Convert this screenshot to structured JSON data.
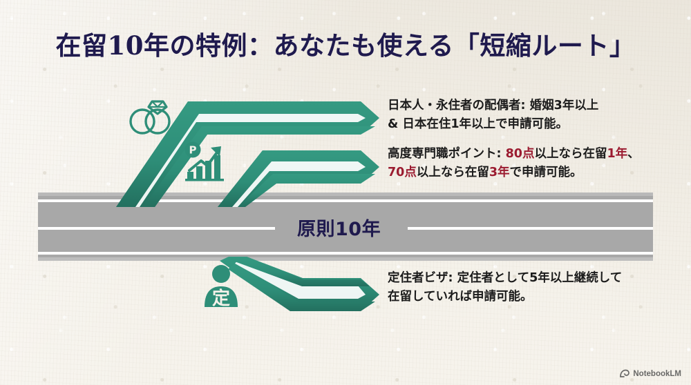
{
  "meta": {
    "colors": {
      "background": "#f4f1e9",
      "title_navy": "#1f1a4e",
      "road_gray": "#a8a8a8",
      "ramp_teal": "#2e8e78",
      "ramp_teal_dark": "#247563",
      "accent_red": "#9b1b30",
      "body_text": "#1b1b1b",
      "line_white": "#ffffff"
    }
  },
  "title": "在留10年の特例：あなたも使える「短縮ルート」",
  "road": {
    "label": "原則10年",
    "name": "main-road-principle-10-years"
  },
  "icons": {
    "rings": "wedding-rings-icon",
    "points": "points-chart-icon",
    "person": "resident-person-icon"
  },
  "callouts": [
    {
      "id": "spouse-route",
      "icon": "wedding-rings-icon",
      "line1_plain": "日本人・永住者の配偶者: 婚姻3年以上",
      "line2_plain": "& 日本在住1年以上で申請可能。"
    },
    {
      "id": "highly-skilled-points-route",
      "icon": "points-chart-icon",
      "line1_part1": "高度専門職ポイント: ",
      "line1_hl1": "80点",
      "line1_part2": "以上なら在留",
      "line1_hl2": "1年",
      "line1_part3": "、",
      "line2_hl1": "70点",
      "line2_part1": "以上なら在留",
      "line2_hl2": "3年",
      "line2_part2": "で申請可能。"
    },
    {
      "id": "long-term-resident-route",
      "icon": "resident-person-icon",
      "line1_plain": "定住者ビザ: 定住者として5年以上継続して",
      "line2_plain": "在留していれば申請可能。"
    }
  ],
  "watermark": {
    "label": "NotebookLM"
  }
}
